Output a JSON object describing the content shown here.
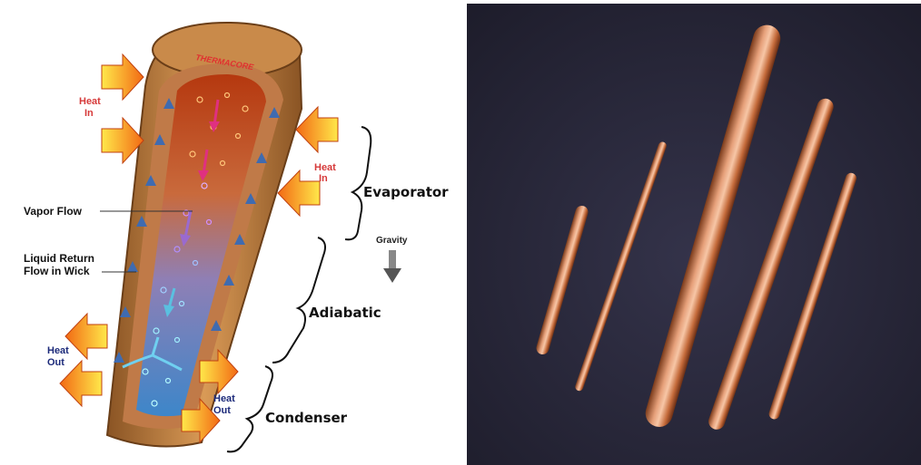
{
  "diagram": {
    "brand": "THERMACORE",
    "heat_in_top": [
      "Heat",
      "In"
    ],
    "heat_in_right": [
      "Heat",
      "In"
    ],
    "heat_out_left": [
      "Heat",
      "Out"
    ],
    "heat_out_right": [
      "Heat",
      "Out"
    ],
    "vapor_flow": "Vapor Flow",
    "liquid_return": [
      "Liquid Return",
      "Flow in Wick"
    ],
    "gravity": "Gravity",
    "sections": {
      "evaporator": "Evaporator",
      "adiabatic": "Adiabatic",
      "condenser": "Condenser"
    },
    "colors": {
      "shell": "#b8783a",
      "vapor_hot": "#c7441a",
      "vapor_cool": "#6fb0e0",
      "arrow_heat": "#ffd21a",
      "text_heat_in": "#d63a3a",
      "text_heat_out": "#1c2a7a"
    }
  },
  "photo": {
    "subject": "copper-heat-pipes",
    "background_color": "#2a2938",
    "pipe_color": "#d9865a"
  }
}
